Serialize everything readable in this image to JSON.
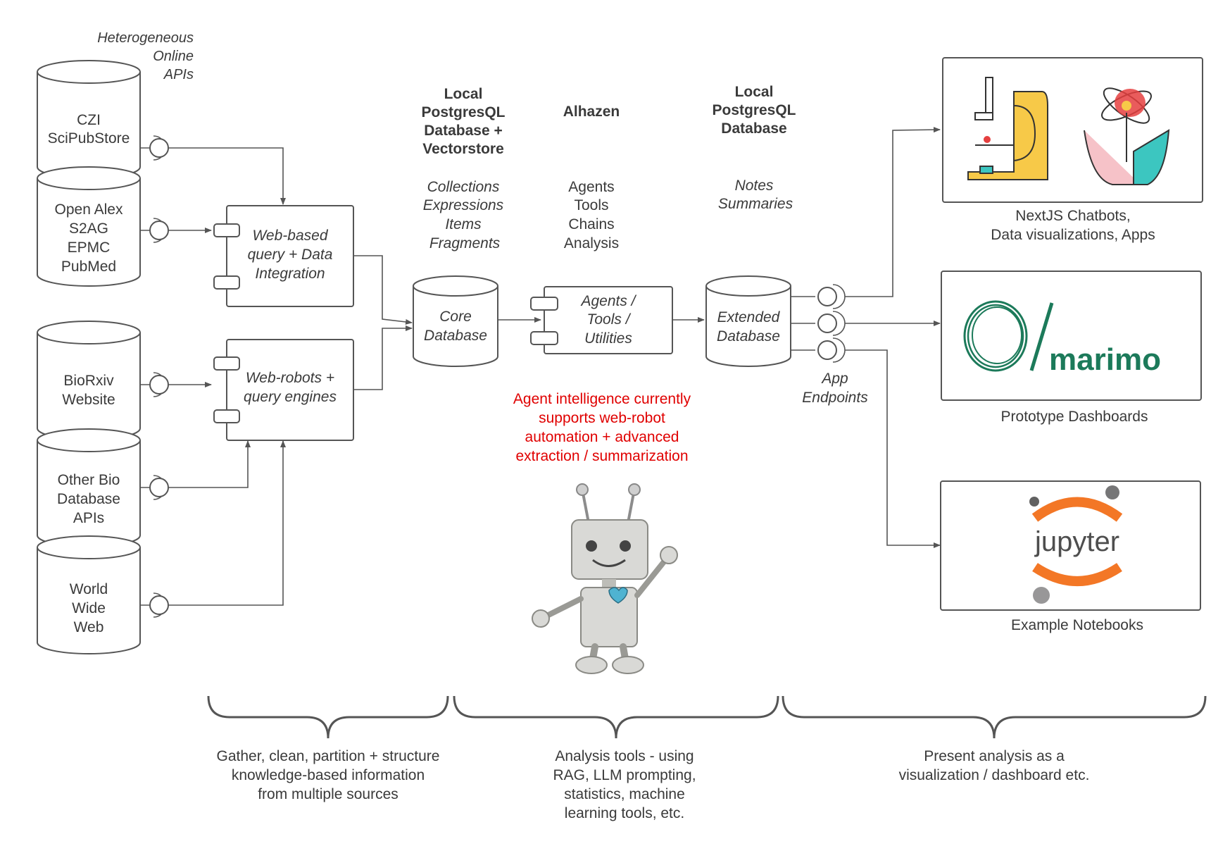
{
  "sources_header": [
    "Heterogeneous",
    "Online",
    "APIs"
  ],
  "sources": [
    {
      "lines": [
        "CZI",
        "SciPubStore"
      ]
    },
    {
      "lines": [
        "Open Alex",
        "S2AG",
        "EPMC",
        "PubMed"
      ]
    },
    {
      "lines": [
        "BioRxiv",
        "Website"
      ]
    },
    {
      "lines": [
        "Other Bio",
        "Database",
        "APIs"
      ]
    },
    {
      "lines": [
        "World",
        "Wide",
        "Web"
      ]
    }
  ],
  "components": {
    "web_query": [
      "Web-based",
      "query  + Data",
      "Integration"
    ],
    "web_robots": [
      "Web-robots +",
      "query engines"
    ],
    "agents_tools": [
      "Agents /",
      "Tools /",
      "Utilities"
    ]
  },
  "databases": {
    "core": [
      "Core",
      "Database"
    ],
    "extended": [
      "Extended",
      "Database"
    ]
  },
  "columns": {
    "local_db": {
      "title": [
        "Local",
        "PostgresQL",
        "Database +",
        "Vectorstore"
      ],
      "items": [
        "Collections",
        "Expressions",
        "Items",
        "Fragments"
      ]
    },
    "alhazen": {
      "title": [
        "Alhazen"
      ],
      "items": [
        "Agents",
        "Tools",
        "Chains",
        "Analysis"
      ]
    },
    "local_db2": {
      "title": [
        "Local",
        "PostgresQL",
        "Database"
      ],
      "items": [
        "Notes",
        "Summaries"
      ]
    }
  },
  "endpoints_label": [
    "App",
    "Endpoints"
  ],
  "agent_note": [
    "Agent intelligence currently",
    "supports web-robot",
    "automation + advanced",
    "extraction / summarization"
  ],
  "outputs": [
    {
      "caption": [
        "NextJS Chatbots,",
        "Data visualizations, Apps"
      ]
    },
    {
      "caption": [
        "Prototype Dashboards"
      ],
      "logo_text": "marimo"
    },
    {
      "caption": [
        "Example Notebooks"
      ],
      "logo_text": "jupyter"
    }
  ],
  "braces": [
    {
      "lines": [
        "Gather, clean, partition + structure",
        "knowledge-based information",
        "from multiple sources"
      ]
    },
    {
      "lines": [
        "Analysis tools - using",
        "RAG, LLM prompting,",
        "statistics, machine",
        "learning tools, etc."
      ]
    },
    {
      "lines": [
        "Present analysis as a",
        "visualization / dashboard etc."
      ]
    }
  ],
  "colors": {
    "red_note": "#e00000",
    "marimo_green": "#1c7a5a",
    "jupyter_orange": "#f37726",
    "yellow": "#f7c948",
    "teal": "#3cc6c0",
    "pink": "#f6c2c8"
  }
}
